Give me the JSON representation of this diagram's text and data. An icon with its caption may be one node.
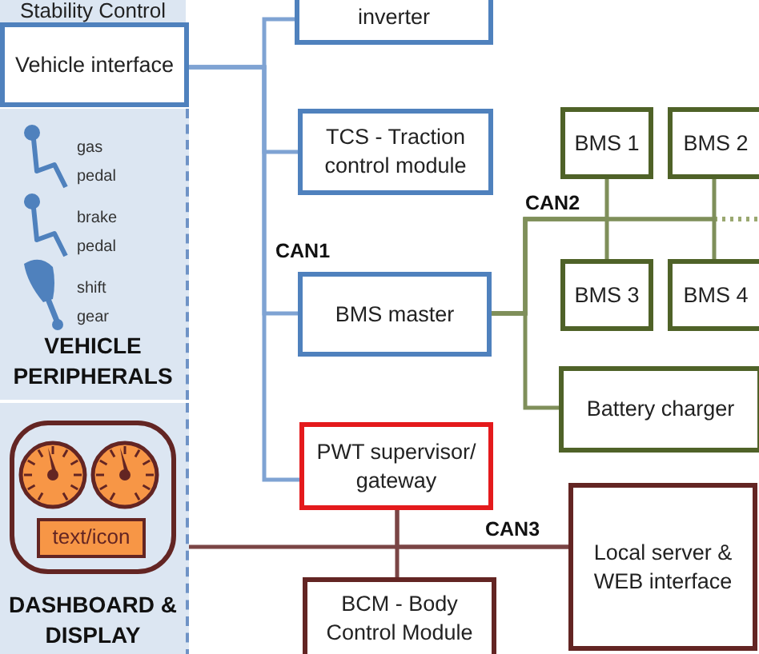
{
  "diagram": {
    "nodes": [
      {
        "text": [
          "VEHICLE PERIPHERALS"
        ]
      },
      {
        "text": [
          "Vehicle interface"
        ]
      },
      {
        "text": [
          "inverter"
        ]
      },
      {
        "text": [
          "TCS - Traction control module"
        ]
      },
      {
        "text": [
          "BMS master"
        ]
      },
      {
        "text": [
          "BMS 1"
        ]
      },
      {
        "text": [
          "BMS 2"
        ]
      },
      {
        "text": [
          "BMS 3"
        ]
      },
      {
        "text": [
          "BMS 4"
        ]
      },
      {
        "text": [
          "Battery charger"
        ]
      },
      {
        "text": [
          "PWT supervisor/ gateway"
        ]
      },
      {
        "text": [
          "DASHBOARD & DISPLAY"
        ]
      },
      {
        "text": [],
        "shape": "box",
        "in": 11
      },
      {
        "text": [
          "text/icon"
        ],
        "in": 12
      },
      {
        "text": [
          "BCM - Body Control Module"
        ]
      },
      {
        "text": [
          "Local server & WEB interface"
        ]
      }
    ],
    "edges": [
      {
        "from": 1,
        "to": 2,
        "arrow": "none",
        "color": "#7fa3d3"
      },
      {
        "from": 1,
        "to": 3,
        "arrow": "none",
        "color": "#7fa3d3"
      },
      {
        "from": 1,
        "to": 4,
        "arrow": "none",
        "color": "#7fa3d3"
      },
      {
        "from": 1,
        "to": 10,
        "arrow": "none",
        "color": "#7fa3d3"
      },
      {
        "from": 4,
        "to": 5,
        "arrow": "none",
        "color": "#7f8f5a"
      },
      {
        "from": 4,
        "to": 7,
        "arrow": "none",
        "color": "#7f8f5a"
      },
      {
        "from": 4,
        "to": 6,
        "arrow": "none",
        "color": "#7f8f5a"
      },
      {
        "from": 4,
        "to": 8,
        "arrow": "none",
        "color": "#7f8f5a"
      },
      {
        "from": 4,
        "to": 9,
        "arrow": "none",
        "color": "#7f8f5a"
      },
      {
        "from": 12,
        "to": 15,
        "arrow": "none",
        "color": "#7a4545"
      },
      {
        "from": 10,
        "to": 14,
        "arrow": "none",
        "color": "#7a4545"
      },
      {
        "from": 10,
        "to": 15,
        "arrow": "none",
        "color": "#7a4545"
      }
    ],
    "labels": [
      "Stability Control",
      "gas pedal",
      "brake pedal",
      "shift gear",
      "CAN1",
      "CAN2",
      "CAN3"
    ]
  }
}
